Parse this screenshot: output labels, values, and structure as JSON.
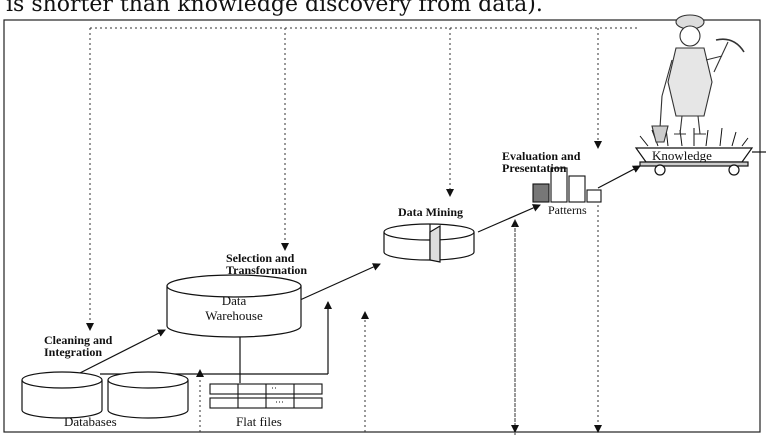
{
  "caption_fragment": "is shorter than knowledge discovery from data).",
  "steps": {
    "cleaning": [
      "Cleaning and",
      "Integration"
    ],
    "selection": [
      "Selection and",
      "Transformation"
    ],
    "mining": "Data Mining",
    "evaluation": [
      "Evaluation and",
      "Presentation"
    ]
  },
  "nodes": {
    "databases": "Databases",
    "flat_files": "Flat files",
    "warehouse": [
      "Data",
      "Warehouse"
    ],
    "patterns": "Patterns",
    "knowledge": "Knowledge"
  }
}
